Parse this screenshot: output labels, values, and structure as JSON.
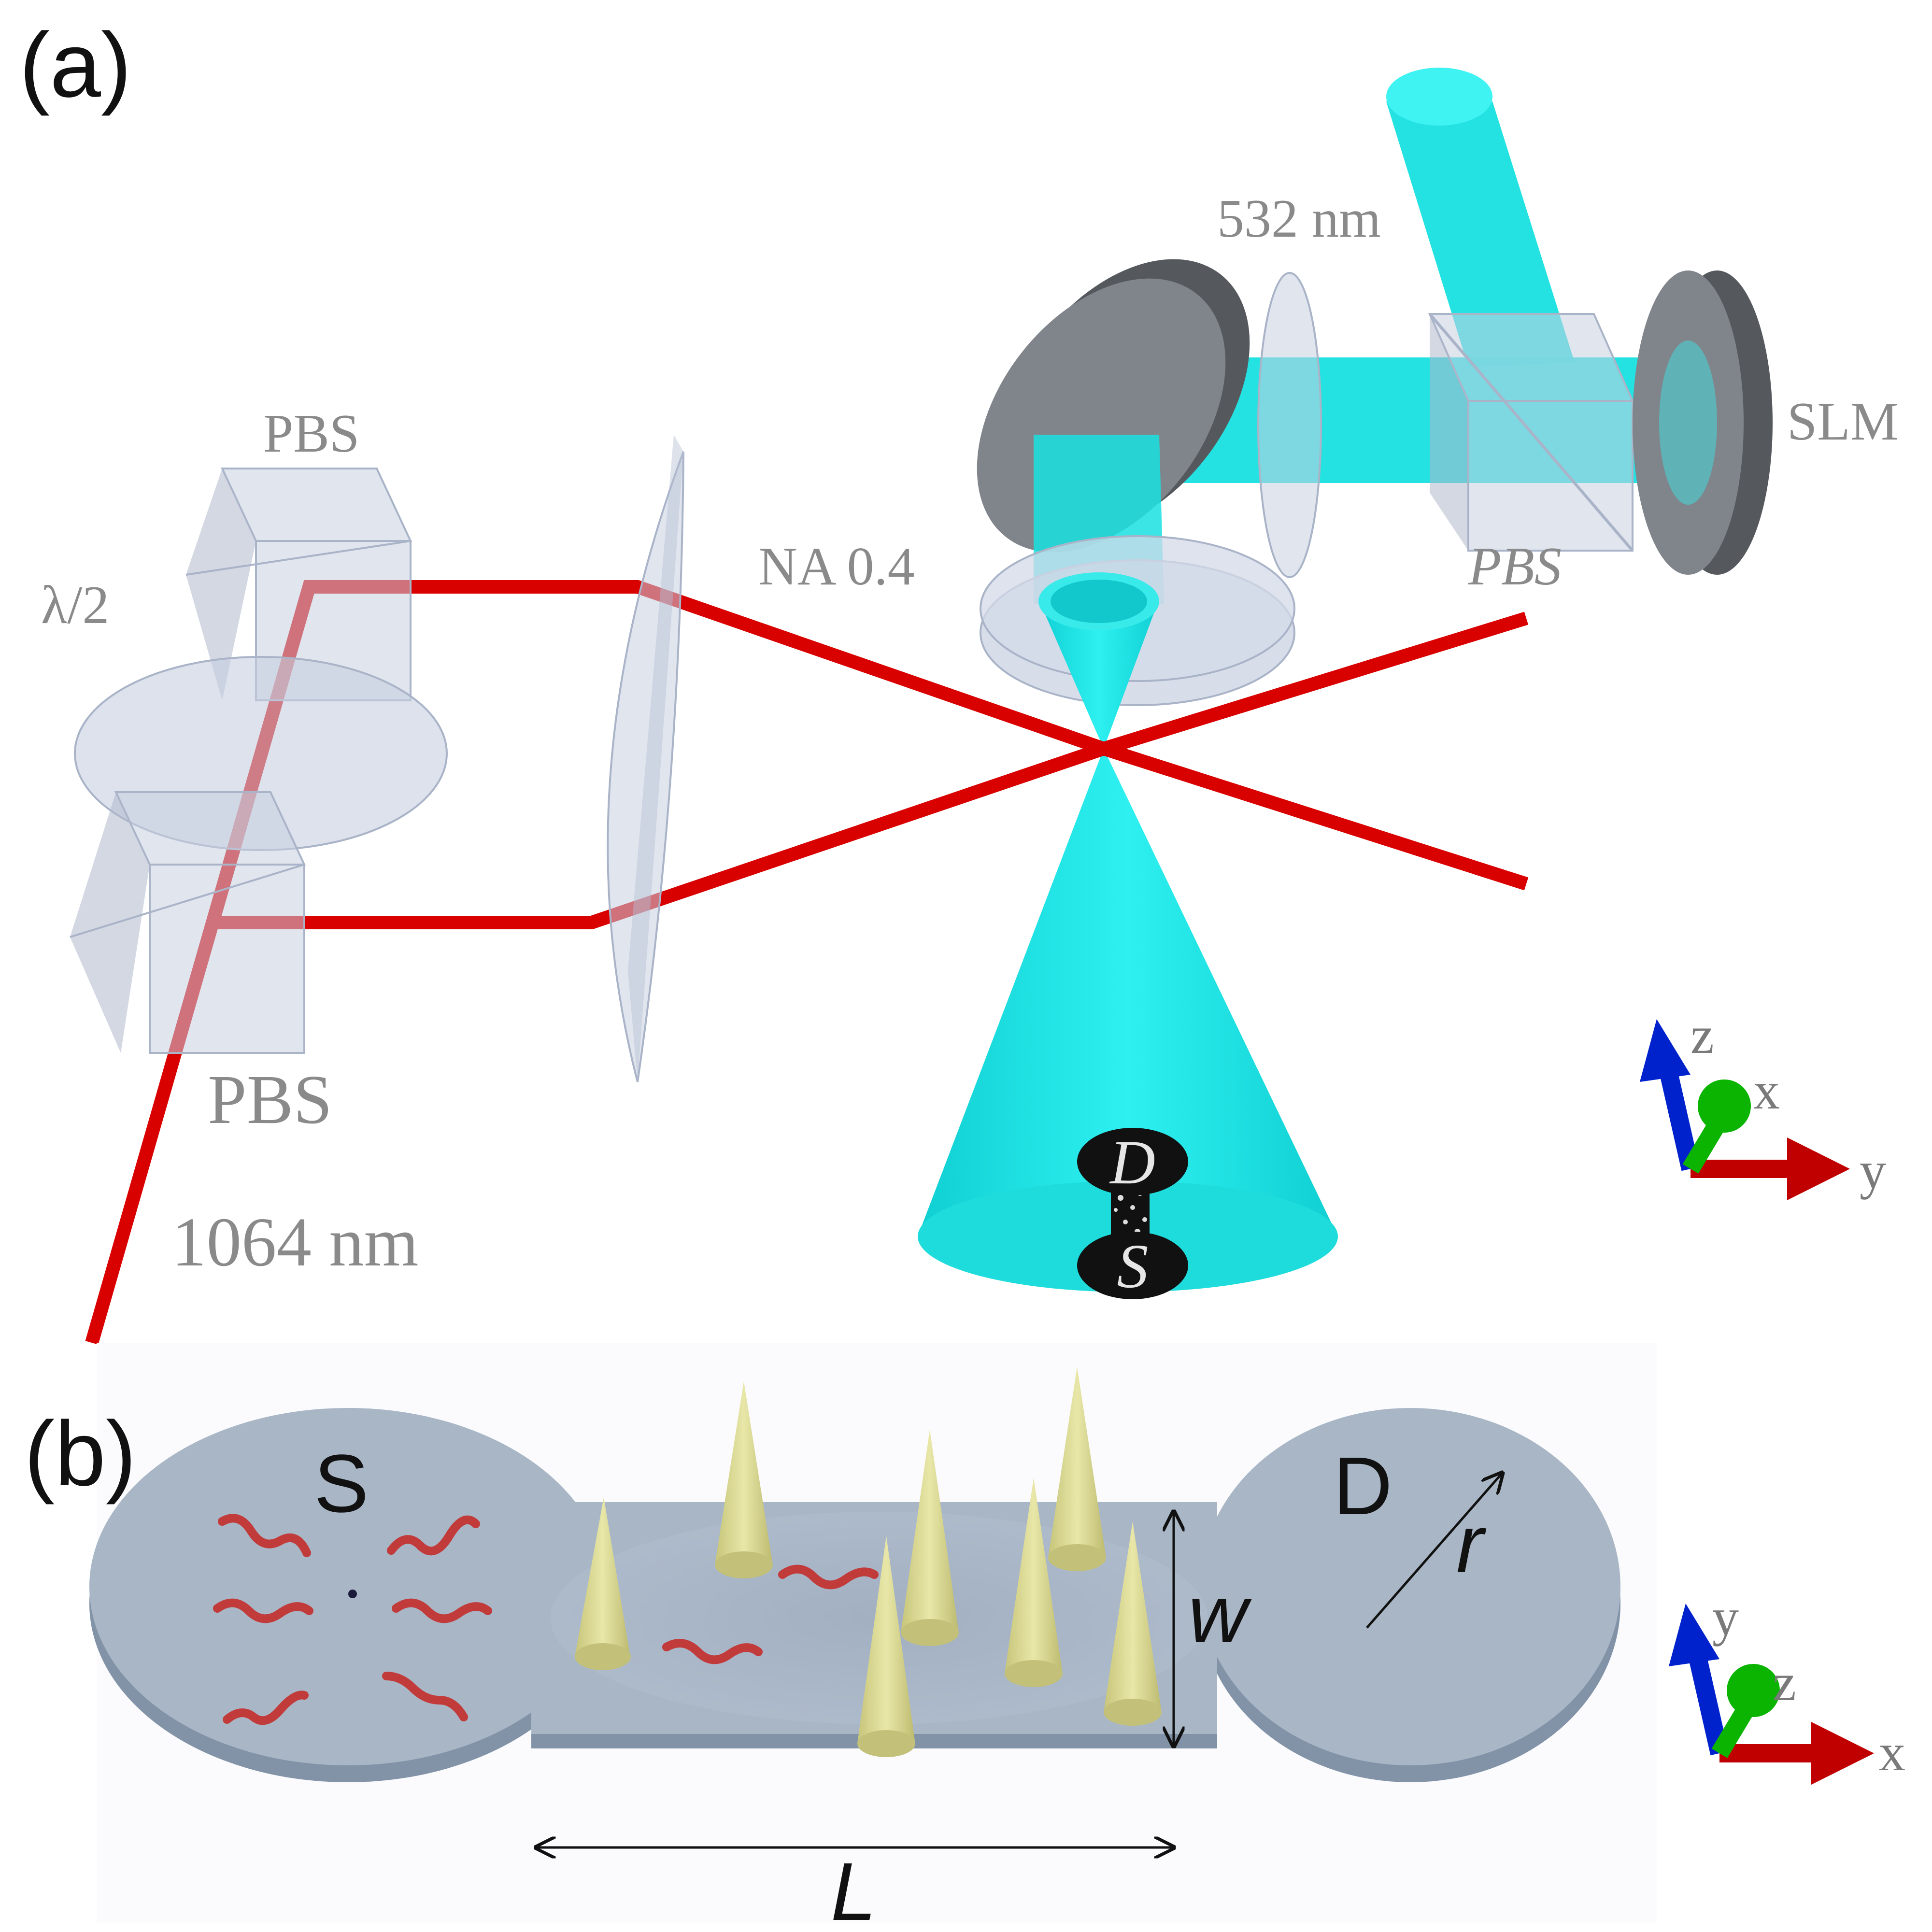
{
  "panel_a": {
    "panel_label": "(a)",
    "labels": {
      "pbs_top_left": "PBS",
      "half_wave_plate": "λ/2",
      "pbs_bottom_left": "PBS",
      "wavelength_ir": "1064 nm",
      "wavelength_green": "532 nm",
      "objective_na": "NA 0.4",
      "pbs_right": "PBS",
      "slm": "SLM",
      "drain_marker": "D",
      "source_marker": "S"
    },
    "axes": {
      "up": "z",
      "diagonal": "x",
      "right": "y"
    },
    "colors": {
      "ir_beam": "#d90000",
      "green_beam": "#19e0e0",
      "mirror": "#6e7278",
      "glass": "#c6cfe0"
    }
  },
  "panel_b": {
    "panel_label": "(b)",
    "labels": {
      "source": "S",
      "drain": "D",
      "radius": "r",
      "width": "w",
      "length": "L"
    },
    "axes": {
      "up": "y",
      "diagonal": "z",
      "right": "x"
    },
    "colors": {
      "plate": "#a9b6c6",
      "obstacle": "#d6d48a",
      "particle": "#c23b3b"
    }
  }
}
